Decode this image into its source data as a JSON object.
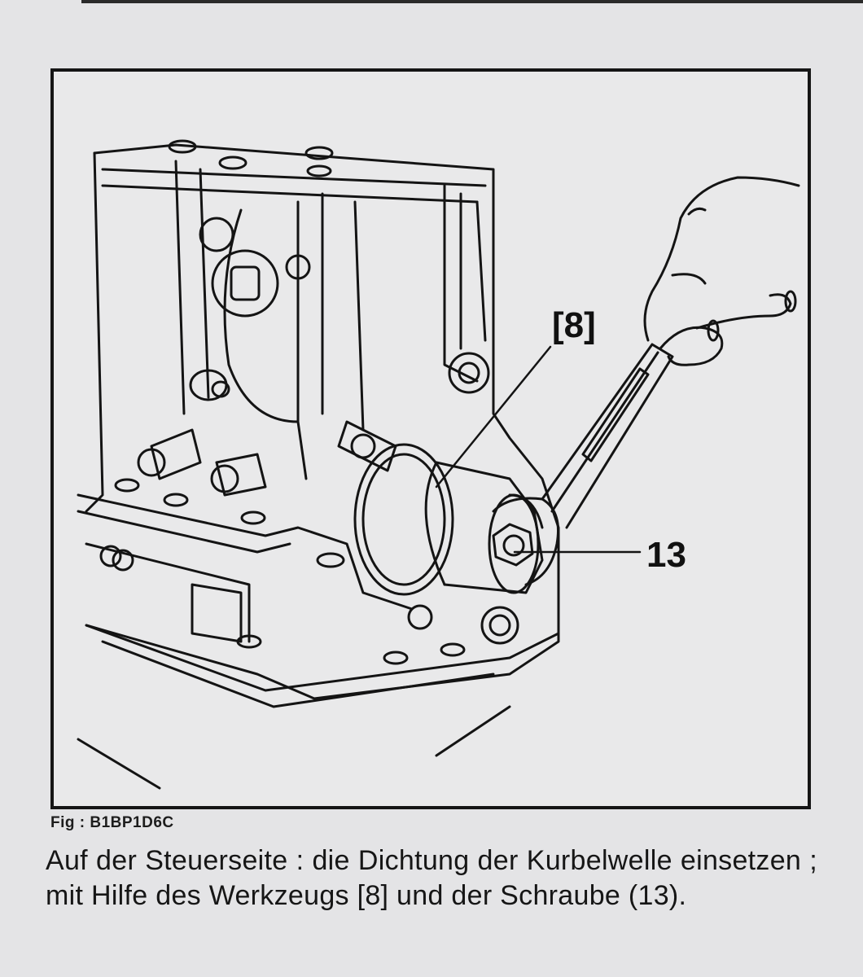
{
  "figure": {
    "callouts": {
      "tool": "[8]",
      "screw": "13"
    },
    "id_label": "Fig : B1BP1D6C"
  },
  "caption": {
    "text": "Auf der Steuerseite : die Dichtung der Kurbelwelle einsetzen ; mit Hilfe des Werkzeugs [8] und der Schraube (13)."
  }
}
